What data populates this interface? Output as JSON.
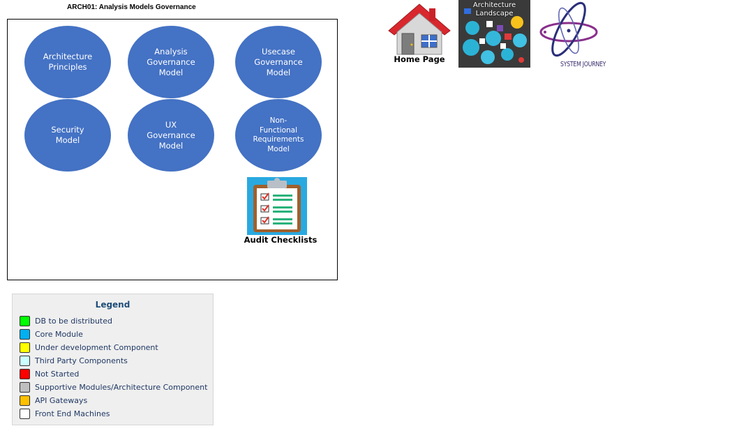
{
  "page": {
    "title": "ARCH01: Analysis Models Governance"
  },
  "models": [
    {
      "label": "Architecture\nPrinciples"
    },
    {
      "label": "Analysis\nGovernance\nModel"
    },
    {
      "label": "Usecase\nGovernance\nModel"
    },
    {
      "label": "Security\nModel"
    },
    {
      "label": "UX\nGovernance\nModel"
    },
    {
      "label": "Non-\nFunctional\nRequirements\nModel"
    }
  ],
  "audit": {
    "label": "Audit Checklists",
    "icon": "clipboard-checklist-icon"
  },
  "nav": {
    "home": {
      "label": "Home Page",
      "icon": "house-icon"
    },
    "landscape": {
      "label": "Architecture\nLandscape",
      "icon": "architecture-landscape-icon"
    },
    "journey": {
      "label": "SYSTEM JOURNEY",
      "icon": "orbit-icon"
    }
  },
  "legend": {
    "title": "Legend",
    "items": [
      {
        "label": "DB to be distributed",
        "color": "#00ff00"
      },
      {
        "label": "Core Module",
        "color": "#00b0f0"
      },
      {
        "label": "Under development Component",
        "color": "#ffff00"
      },
      {
        "label": "Third Party Components",
        "color": "#ccffff"
      },
      {
        "label": "Not Started",
        "color": "#ff0000"
      },
      {
        "label": "Supportive Modules/Architecture Component",
        "color": "#bfbfbf"
      },
      {
        "label": "API Gateways",
        "color": "#ffc000"
      },
      {
        "label": "Front End Machines",
        "color": "#ffffff"
      }
    ]
  },
  "colors": {
    "ellipse_fill": "#4472c4",
    "legend_text": "#1f3864",
    "legend_title": "#1f4e79"
  }
}
